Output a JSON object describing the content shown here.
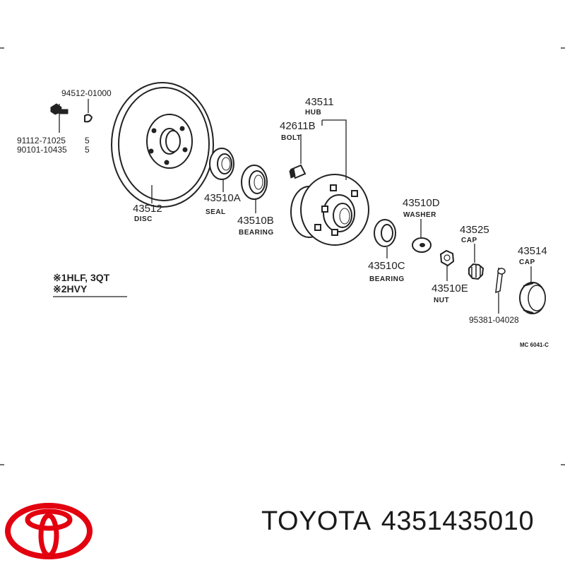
{
  "callouts": {
    "p94512": "94512-01000",
    "p91112": "91112-71025",
    "p91112_qty": "5",
    "p90101": "90101-10435",
    "p90101_qty": "5",
    "p43511": "43511",
    "p43511_name": "HUB",
    "p42611": "42611B",
    "p42611_name": "BOLT",
    "p43512": "43512",
    "p43512_name": "DISC",
    "p43510a": "43510A",
    "p43510a_name": "SEAL",
    "p43510b": "43510B",
    "p43510b_name": "BEARING",
    "p43510d": "43510D",
    "p43510d_name": "WASHER",
    "p43525": "43525",
    "p43525_name": "CAP",
    "p43514": "43514",
    "p43514_name": "CAP",
    "p43510c": "43510C",
    "p43510c_name": "BEARING",
    "p43510e": "43510E",
    "p43510e_name": "NUT",
    "p95381": "95381-04028"
  },
  "legend": {
    "line1": "※1HLF, 3QT",
    "line2": "※2HVY"
  },
  "figure_code": "MC 6041-C",
  "footer": {
    "brand": "TOYOTA",
    "part_number": "4351435010"
  },
  "colors": {
    "logo_red": "#e3000f",
    "ink": "#222222"
  }
}
